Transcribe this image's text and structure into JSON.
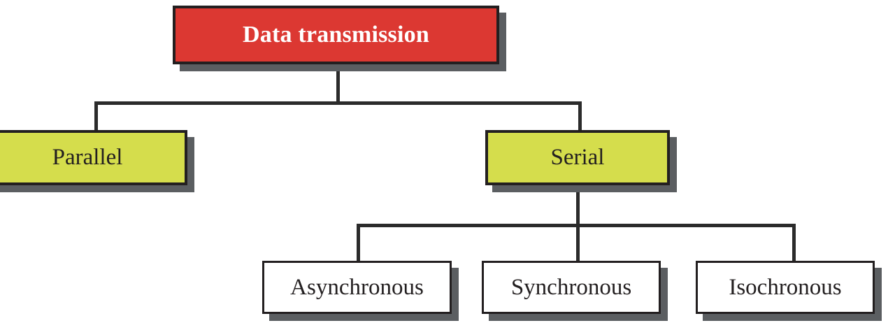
{
  "diagram": {
    "title": "Data transmission",
    "type": "hierarchy-tree",
    "colors": {
      "root_fill": "#dc3832",
      "root_text": "#ffffff",
      "level2_fill": "#d5dd4c",
      "level3_fill": "#ffffff",
      "border": "#231f20",
      "shadow": "#5b5e61",
      "line": "#2b2b2b",
      "background": "#ffffff"
    },
    "nodes": {
      "root": {
        "label": "Data transmission"
      },
      "level2": [
        {
          "label": "Parallel"
        },
        {
          "label": "Serial"
        }
      ],
      "level3": [
        {
          "label": "Asynchronous"
        },
        {
          "label": "Synchronous"
        },
        {
          "label": "Isochronous"
        }
      ]
    },
    "edges": [
      {
        "from": "Data transmission",
        "to": "Parallel"
      },
      {
        "from": "Data transmission",
        "to": "Serial"
      },
      {
        "from": "Serial",
        "to": "Asynchronous"
      },
      {
        "from": "Serial",
        "to": "Synchronous"
      },
      {
        "from": "Serial",
        "to": "Isochronous"
      }
    ]
  }
}
